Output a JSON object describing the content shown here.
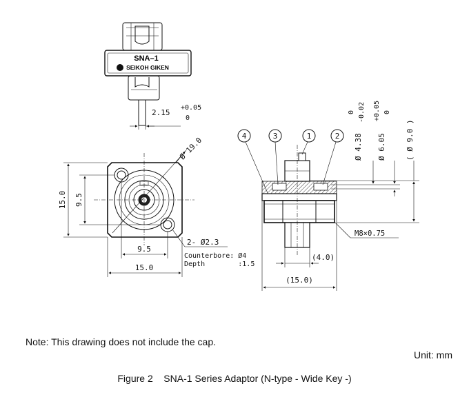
{
  "top_view": {
    "product_label": "SNA–1",
    "brand_label": "SEIKOH GIKEN",
    "key_width_dim": "2.15",
    "key_tol_upper": "+0.05",
    "key_tol_lower": "0"
  },
  "front_view": {
    "dia_outer": "Ø 19.0",
    "height_outer": "15.0",
    "height_holes": "9.5",
    "width_holes": "9.5",
    "width_outer": "15.0",
    "holes_callout": "2- Ø2.3",
    "counterbore": "Counterbore: Ø4",
    "depth": "Depth        :1.5"
  },
  "side_view": {
    "balloons": [
      "4",
      "3",
      "1",
      "2"
    ],
    "dia_438": "Ø 4.38",
    "tol_438_upper": "0",
    "tol_438_lower": "-0.02",
    "dia_605": "Ø 6.05",
    "tol_605_upper": "+0.05",
    "tol_605_lower": "0",
    "dia_90": "( Ø 9.0 )",
    "thread": "M8×0.75",
    "len_4": "(4.0)",
    "len_15": "(15.0)"
  },
  "note": "Note: This drawing does not include the cap.",
  "unit": "Unit: mm",
  "caption": "Figure 2    SNA-1 Series Adaptor (N-type - Wide Key -)"
}
